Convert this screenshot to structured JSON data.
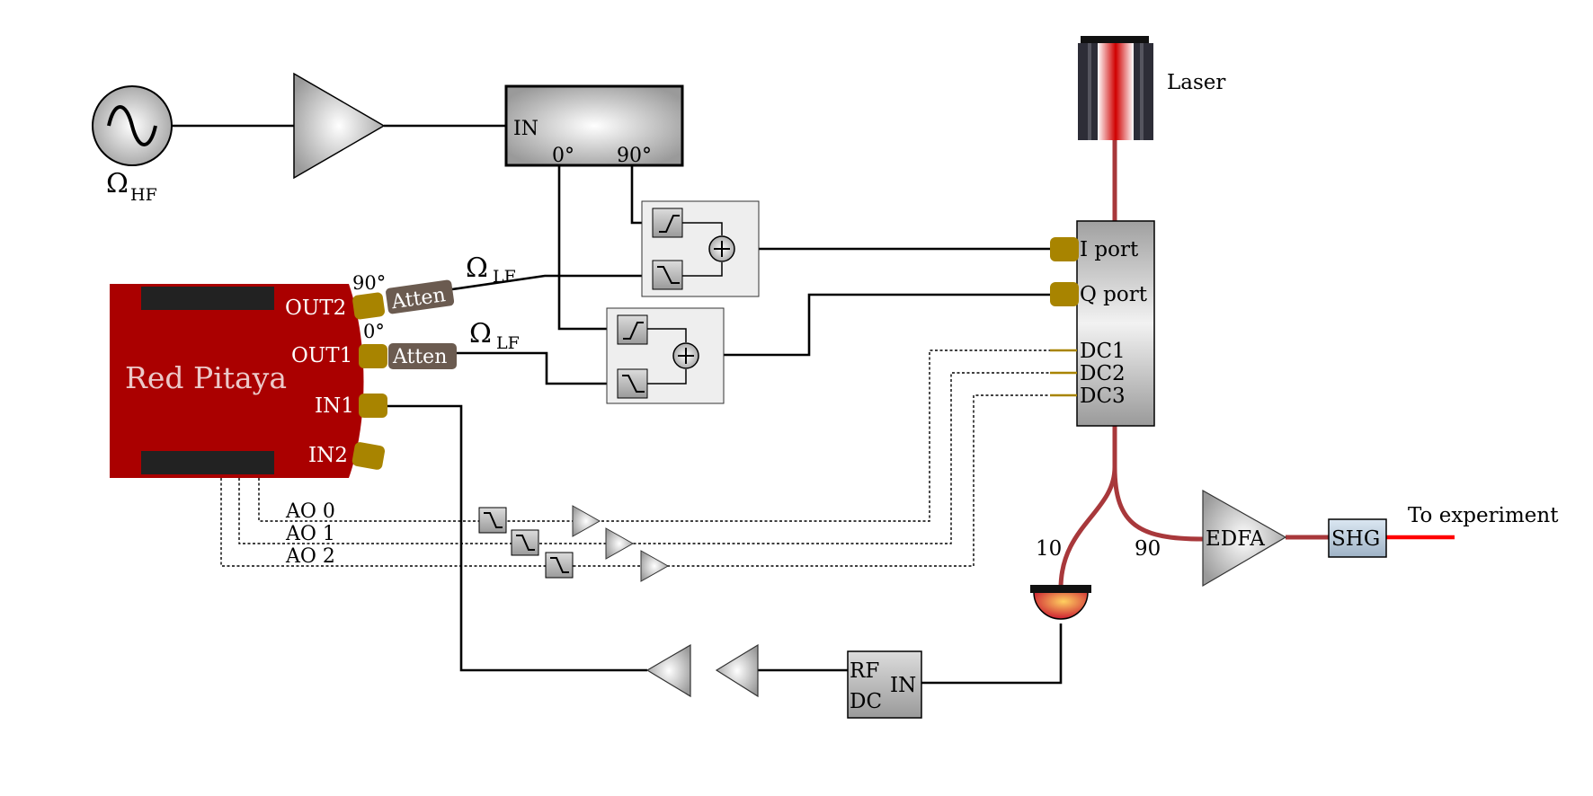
{
  "hf_source": {
    "symbol": "Ω",
    "subscript": "HF"
  },
  "iq_splitter": {
    "input_label": "IN",
    "out_0_label": "0°",
    "out_90_label": "90°"
  },
  "red_pitaya": {
    "name": "Red Pitaya",
    "out2_label": "OUT2",
    "out1_label": "OUT1",
    "in1_label": "IN1",
    "in2_label": "IN2",
    "out2_phase": "90°",
    "out1_phase": "0°"
  },
  "attenuators": {
    "atten_top_label": "Atten",
    "atten_bottom_label": "Atten"
  },
  "lf_labels": {
    "top_symbol": "Ω",
    "top_subscript": "LF",
    "bottom_symbol": "Ω",
    "bottom_subscript": "LF"
  },
  "laser": {
    "label": "Laser"
  },
  "modulator": {
    "i_port_label": "I port",
    "q_port_label": "Q port",
    "dc1_label": "DC1",
    "dc2_label": "DC2",
    "dc3_label": "DC3"
  },
  "analog_outputs": {
    "ao0_label": "AO 0",
    "ao1_label": "AO 1",
    "ao2_label": "AO 2"
  },
  "coupler": {
    "ratio_10_label": "10",
    "ratio_90_label": "90"
  },
  "amplifiers": {
    "edfa_label": "EDFA",
    "shg_label": "SHG"
  },
  "bias_tee": {
    "rf_label": "RF",
    "dc_label": "DC",
    "in_label": "IN"
  },
  "output": {
    "label": "To experiment"
  },
  "colors": {
    "fiber": "#a8383b",
    "output_beam": "#ff0000",
    "red_pitaya_body": "#aa0000",
    "connector": "#a88400",
    "attenuator": "#6b5b50"
  }
}
